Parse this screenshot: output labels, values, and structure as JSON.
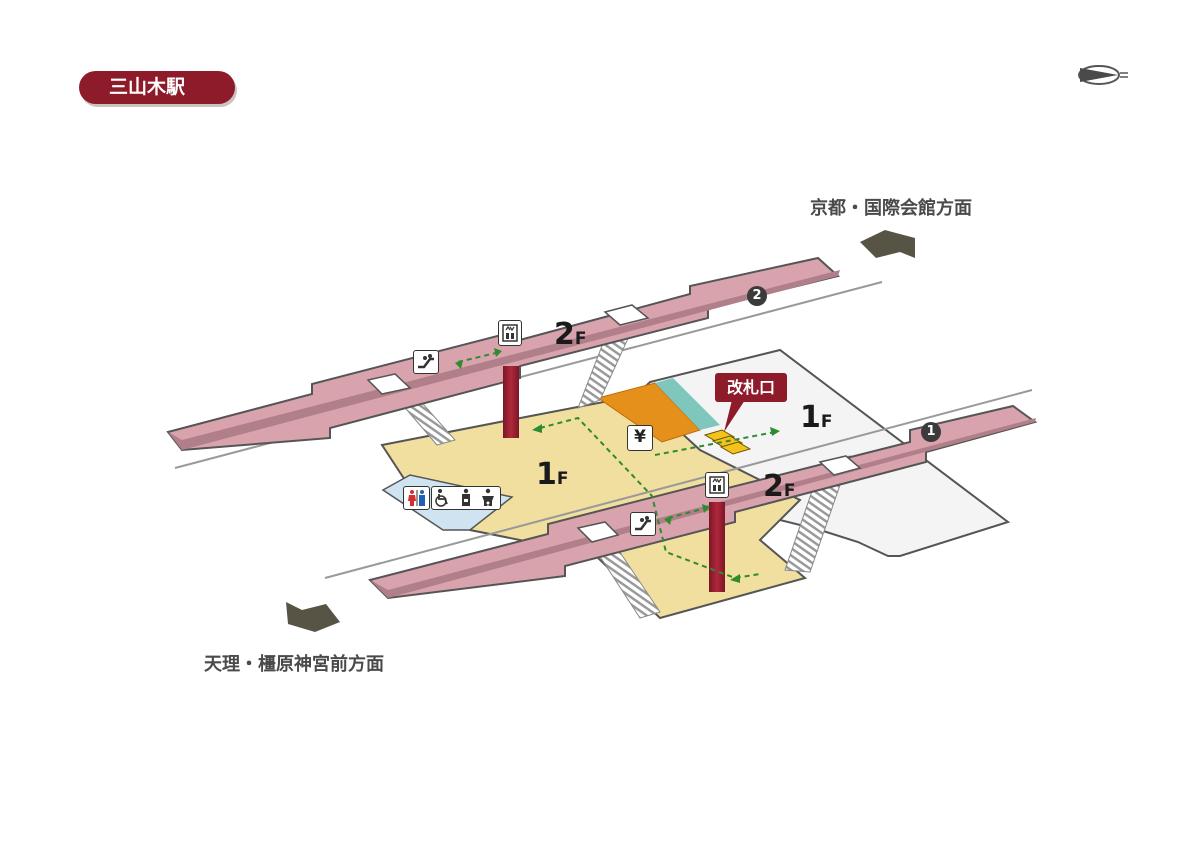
{
  "station": {
    "name": "三山木駅"
  },
  "directions": {
    "north": "京都・国際会館方面",
    "south": "天理・橿原神宮前方面"
  },
  "floors": {
    "upper_left": {
      "number": "2",
      "suffix": "F"
    },
    "upper_right": {
      "number": "2",
      "suffix": "F"
    },
    "concourse_center": {
      "number": "1",
      "suffix": "F"
    },
    "concourse_right": {
      "number": "1",
      "suffix": "F"
    }
  },
  "ticket_gate": {
    "label": "改札口"
  },
  "exits": {
    "exit_1": "1",
    "exit_2": "2"
  },
  "facility_icons": [
    "compass-icon",
    "elevator-icon",
    "escalator-icon",
    "toilet-icon",
    "wheelchair-icon",
    "ostomate-icon",
    "baby-icon",
    "ticket-machine-icon"
  ],
  "colors": {
    "brand": "#8e1b2a",
    "platform": "#d8a3ad",
    "concourse": "#f1df9f",
    "outside": "#f4f4f4",
    "ticket_area": "#e6901c",
    "teal": "#7fc6bd",
    "restroom_area": "#cfe3f0",
    "route": "#2e8b2e",
    "arrow": "#575446"
  }
}
